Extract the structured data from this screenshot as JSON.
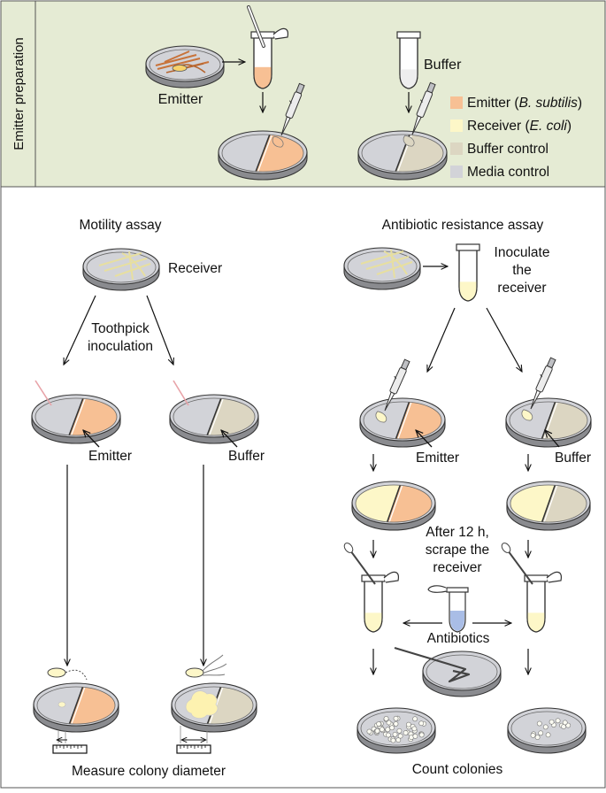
{
  "top_panel": {
    "side_label": "Emitter preparation",
    "emitter_label": "Emitter",
    "buffer_label": "Buffer"
  },
  "legend": [
    {
      "prefix": "Emitter (",
      "italic": "B. subtilis",
      "suffix": ")",
      "color": "#f7c094"
    },
    {
      "prefix": "Receiver (",
      "italic": "E. coli",
      "suffix": ")",
      "color": "#fdf7c8"
    },
    {
      "prefix": "Buffer control",
      "italic": "",
      "suffix": "",
      "color": "#dcd6c2"
    },
    {
      "prefix": "Media control",
      "italic": "",
      "suffix": "",
      "color": "#d2d3d8"
    }
  ],
  "motility": {
    "title": "Motility assay",
    "receiver_label": "Receiver",
    "step_line1": "Toothpick",
    "step_line2": "inoculation",
    "emitter_label": "Emitter",
    "buffer_label": "Buffer",
    "measure_label": "Measure colony diameter"
  },
  "antibiotic": {
    "title": "Antibiotic resistance assay",
    "inoculate_line1": "Inoculate",
    "inoculate_line2": "the",
    "inoculate_line3": "receiver",
    "emitter_label": "Emitter",
    "buffer_label": "Buffer",
    "after_line1": "After 12 h,",
    "after_line2": "scrape the",
    "after_line3": "receiver",
    "antibiotics_label": "Antibiotics",
    "count_label": "Count colonies"
  },
  "colors": {
    "top_background": "#e5ebd4",
    "emitter": "#f7c094",
    "receiver": "#fdf7c8",
    "buffer": "#dcd6c2",
    "media": "#d2d3d8"
  }
}
